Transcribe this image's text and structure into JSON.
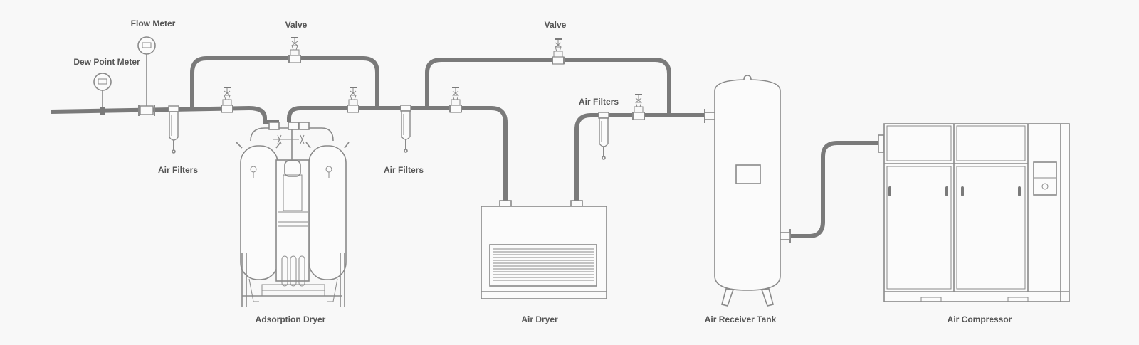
{
  "labels": {
    "dew_point_meter": "Dew Point Meter",
    "flow_meter": "Flow Meter",
    "valve_1": "Valve",
    "valve_2": "Valve",
    "air_filters_1": "Air Filters",
    "air_filters_2": "Air Filters",
    "air_filters_3": "Air Filters",
    "adsorption_dryer": "Adsorption Dryer",
    "air_dryer": "Air Dryer",
    "air_receiver_tank": "Air Receiver Tank",
    "air_compressor": "Air Compressor"
  },
  "colors": {
    "pipe": "#7a7a7a",
    "outline": "#8a8a8a",
    "label": "#555555",
    "background": "#f8f8f8"
  }
}
